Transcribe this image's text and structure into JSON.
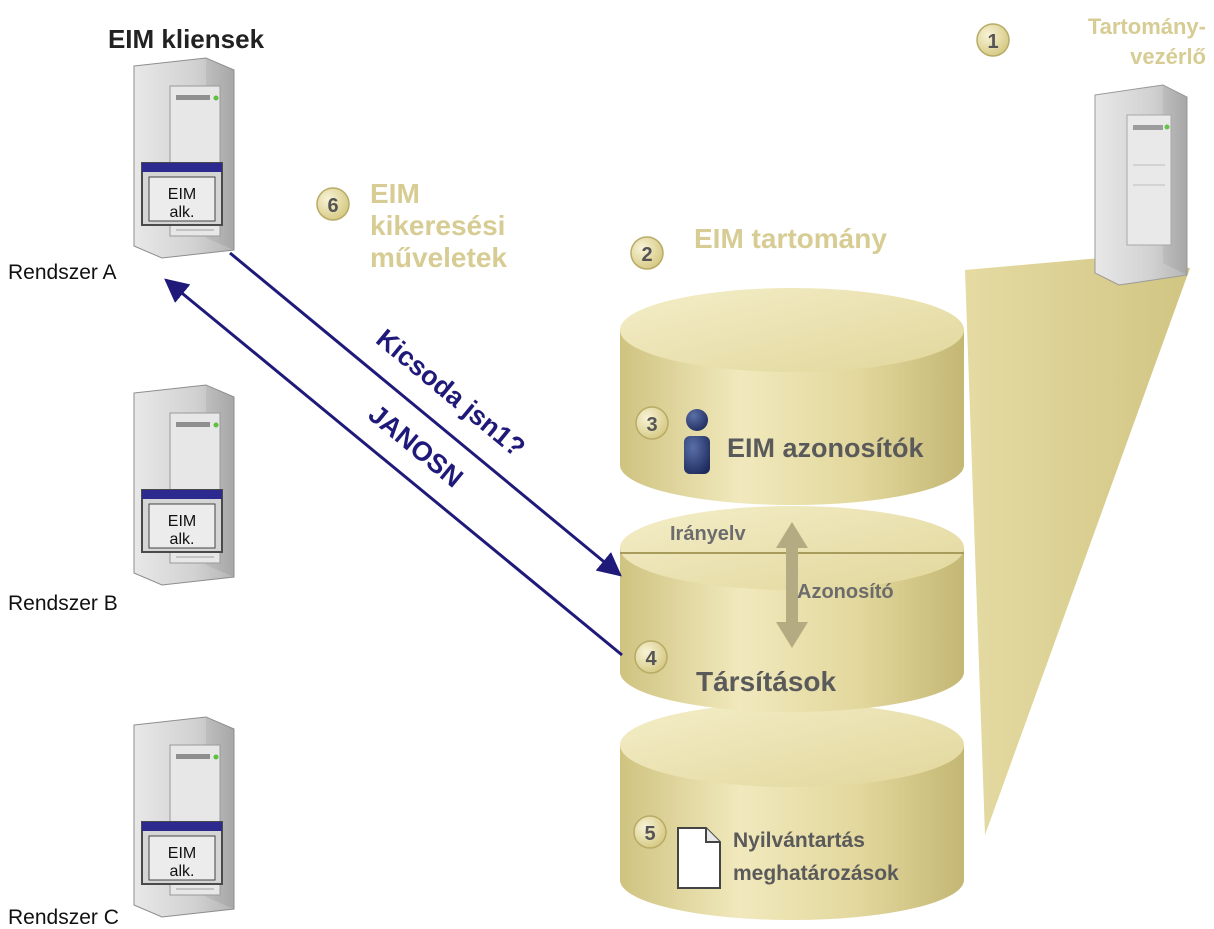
{
  "clients": {
    "title": "EIM kliensek",
    "app_label_line1": "EIM",
    "app_label_line2": "alk.",
    "systems": [
      {
        "name": "Rendszer A"
      },
      {
        "name": "Rendszer B"
      },
      {
        "name": "Rendszer C"
      }
    ]
  },
  "domain_controller": {
    "number": "1",
    "line1": "Tartomány-",
    "line2": "vezérlő"
  },
  "domain": {
    "number": "2",
    "label": "EIM tartomány"
  },
  "identifiers": {
    "number": "3",
    "label": "EIM azonosítók"
  },
  "associations": {
    "number": "4",
    "label": "Társítások",
    "policy": "Irányelv",
    "identifier": "Azonosító"
  },
  "registry": {
    "number": "5",
    "line1": "Nyilvántartás",
    "line2": "meghatározások"
  },
  "lookup": {
    "number": "6",
    "line1": "EIM",
    "line2": "kikeresési",
    "line3": "műveletek"
  },
  "request_text": "Kicsoda jsn1?",
  "response_text": "JANOSN",
  "colors": {
    "arrow": "#1f1a7a",
    "cylinder": "#e9dfa8",
    "beam": "#d9cf8e",
    "badge": "#e6dca0"
  }
}
